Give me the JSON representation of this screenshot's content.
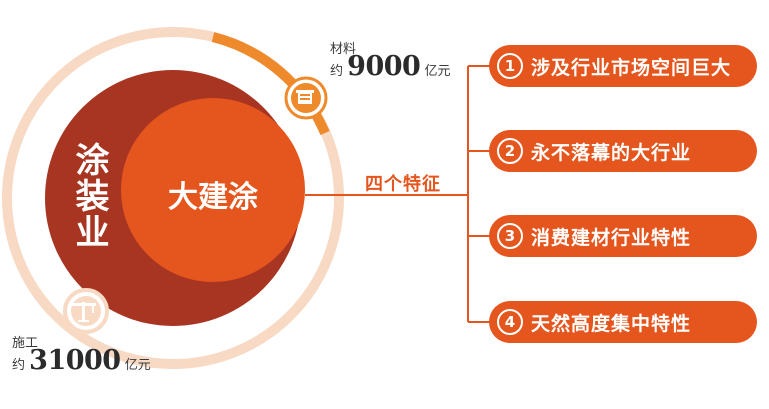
{
  "diagram": {
    "outer_label": "涂装业",
    "inner_label": "大建涂",
    "connector_label": "四个特征",
    "materials": {
      "label": "材料",
      "prefix": "约",
      "value": "9000",
      "unit": "亿元",
      "icon": "bucket-icon"
    },
    "construction": {
      "label": "施工",
      "prefix": "约",
      "value": "31000",
      "unit": "亿元",
      "icon": "crane-icon"
    },
    "features": [
      {
        "number": "1",
        "text": "涉及行业市场空间巨大"
      },
      {
        "number": "2",
        "text": "永不落幕的大行业"
      },
      {
        "number": "3",
        "text": "消费建材行业特性"
      },
      {
        "number": "4",
        "text": "天然高度集中特性"
      }
    ],
    "colors": {
      "accent": "#e5561e",
      "dark_red": "#a83521",
      "light_ring": "#f7d7c1",
      "orange_arc": "#ef8a2c"
    }
  }
}
